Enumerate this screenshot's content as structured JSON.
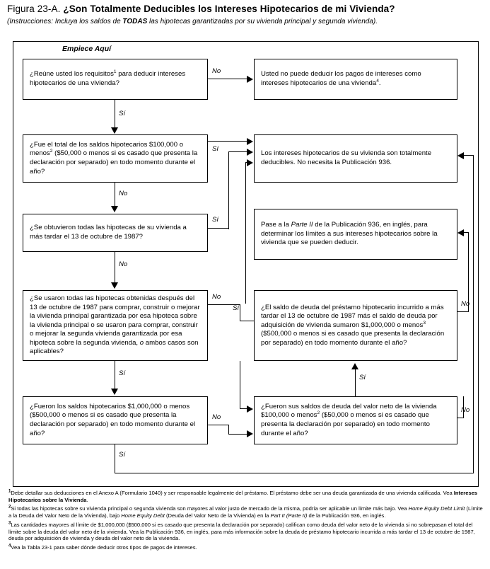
{
  "header": {
    "figure_label": "Figura 23-A.",
    "title": "¿Son Totalmente Deducibles los Intereses Hipotecarios de mi Vivienda?",
    "subtitle_pre": "(Instrucciones: Incluya los saldos de ",
    "subtitle_bold": "TODAS",
    "subtitle_post": " las hipotecas garantizadas por su vivienda principal y segunda vivienda)."
  },
  "chart_data": {
    "type": "flowchart",
    "title": "¿Son Totalmente Deducibles los Intereses Hipotecarios de mi Vivienda?",
    "start_label": "Empiece Aquí",
    "nodes": [
      {
        "id": "q1",
        "kind": "decision",
        "text": "¿Reúne usted los requisitos¹ para deducir intereses hipotecarios de una vivienda?"
      },
      {
        "id": "r1",
        "kind": "terminal",
        "text": "Usted no puede deducir los pagos de intereses como intereses hipotecarios de una vivienda⁴."
      },
      {
        "id": "q2",
        "kind": "decision",
        "text": "¿Fue el total de los saldos hipotecarios $100,000 o menos² ($50,000 o menos si es casado que presenta la declaración por separado) en todo momento durante el año?"
      },
      {
        "id": "r2",
        "kind": "terminal",
        "text": "Los intereses hipotecarios de su vivienda son totalmente deducibles. No necesita la Publicación 936."
      },
      {
        "id": "q3",
        "kind": "decision",
        "text": "¿Se obtuvieron todas las hipotecas de su vivienda a más tardar el 13 de octubre de 1987?"
      },
      {
        "id": "r3",
        "kind": "terminal",
        "text": "Pase a la Parte II de la Publicación 936, en inglés, para determinar los límites a sus intereses hipotecarios sobre la vivienda que se pueden deducir."
      },
      {
        "id": "q4",
        "kind": "decision",
        "text": "¿Se usaron todas las hipotecas obtenidas después del 13 de octubre de 1987 para comprar, construir o mejorar la vivienda principal garantizada por esa hipoteca sobre la vivienda principal o se usaron para comprar, construir o mejorar la segunda vivienda garantizada por esa hipoteca sobre la segunda vivienda, o ambos casos son aplicables?"
      },
      {
        "id": "r4",
        "kind": "decision",
        "text": "¿El saldo de deuda del préstamo hipotecario incurrido a más tardar el 13 de octubre de 1987 más el saldo de deuda por adquisición de vivienda sumaron $1,000,000 o menos³ ($500,000 o menos si es casado que presenta la declaración por separado) en todo momento durante el año?"
      },
      {
        "id": "q5",
        "kind": "decision",
        "text": "¿Fueron los saldos hipotecarios $1,000,000 o menos ($500,000 o menos si es casado que presenta la declaración por separado) en todo momento durante el año?"
      },
      {
        "id": "r5",
        "kind": "decision",
        "text": "¿Fueron sus saldos de deuda del valor neto de la vivienda $100,000 o menos² ($50,000 o menos si es casado que presenta la declaración por separado) en todo momento durante el año?"
      }
    ],
    "edges": [
      {
        "from": "q1",
        "to": "r1",
        "label": "No"
      },
      {
        "from": "q1",
        "to": "q2",
        "label": "Sí"
      },
      {
        "from": "q2",
        "to": "r2",
        "label": "Sí"
      },
      {
        "from": "q2",
        "to": "q3",
        "label": "No"
      },
      {
        "from": "q3",
        "to": "r2",
        "label": "Sí"
      },
      {
        "from": "q3",
        "to": "q4",
        "label": "No"
      },
      {
        "from": "q4",
        "to": "r4",
        "label": "No"
      },
      {
        "from": "q4",
        "to": "q5",
        "label": "Sí"
      },
      {
        "from": "r4",
        "to": "r2",
        "label": "Sí"
      },
      {
        "from": "r4",
        "to": "r3",
        "label": "No"
      },
      {
        "from": "q5",
        "to": "r5",
        "label": "No"
      },
      {
        "from": "q5",
        "to": "r2",
        "label": "Sí"
      },
      {
        "from": "r5",
        "to": "r4",
        "label": "Sí"
      },
      {
        "from": "r5",
        "to": "r3",
        "label": "No"
      }
    ],
    "labels": {
      "yes": "Sí",
      "no": "No"
    }
  },
  "nodes": {
    "q1": {
      "line1_a": "¿Reúne usted los requisitos",
      "line1_sup": "1",
      "line1_b": " para deducir intereses hipotecarios de una vivienda?"
    },
    "r1": {
      "line1": "Usted no puede deducir los pagos de intereses como intereses hipotecarios de una vivienda",
      "sup": "4",
      "end": "."
    },
    "q2": {
      "a": "¿Fue el total de los saldos hipotecarios $100,000 o menos",
      "sup": "2",
      "b": " ($50,000 o menos si es casado que presenta la declaración por separado) en todo momento durante el año?"
    },
    "r2": {
      "text": "Los intereses hipotecarios de su vivienda son totalmente deducibles. No necesita la Publicación 936."
    },
    "q3": {
      "text": "¿Se obtuvieron todas las hipotecas de su vivienda a más tardar el 13 de octubre de 1987?"
    },
    "r3": {
      "a": "Pase a la ",
      "em": "Parte II",
      "b": " de la Publicación 936, en inglés, para determinar los límites a sus intereses hipotecarios sobre la vivienda que se pueden deducir."
    },
    "q4": {
      "a": "¿Se usaron todas las hipotecas obtenidas después del 13 de octubre de 1987 para comprar, construir o mejorar la vivienda principal garantizada por esa hipoteca sobre la vivienda principal o se usaron para comprar, construir o mejorar la segunda vivienda garantizada por esa hipoteca sobre la segunda vivienda, ",
      "em": "o",
      "b": " ambos casos son aplicables?"
    },
    "r4": {
      "a": "¿El saldo de deuda del préstamo hipotecario incurrido a más tardar el 13 de octubre de 1987 más el saldo de deuda por adquisición de vivienda sumaron $1,000,000 o menos",
      "sup": "3",
      "b": " ($500,000 o menos si es casado que presenta la declaración por separado) en todo momento durante el año?"
    },
    "q5": {
      "text": "¿Fueron los saldos hipotecarios $1,000,000 o menos ($500,000 o menos si es casado que presenta la declaración por separado) en todo momento durante el año?"
    },
    "r5": {
      "a": "¿Fueron sus saldos de deuda del valor neto de la vivienda $100,000 o menos",
      "sup": "2",
      "b": " ($50,000 o menos si es casado que presenta la declaración por separado) en todo momento durante el año?"
    }
  },
  "edge_labels": {
    "q1_no": "No",
    "q1_si": "Sí",
    "q2_si": "Sí",
    "q2_no": "No",
    "q3_si": "Sí",
    "q3_no": "No",
    "q4_no": "No",
    "q4_si_right": "Sí",
    "q4_si_down": "Sí",
    "r4_no": "No",
    "r5_si": "Sí",
    "q5_no": "No",
    "q5_si": "Sí",
    "r5_no": "No"
  },
  "footnotes": {
    "f1": {
      "sup": "1",
      "a": "Debe detallar sus deducciones en el Anexo A (Formulario 1040) y ser responsable legalmente del préstamo. El préstamo debe ser una deuda garantizada de una vivienda calificada. Vea ",
      "bold": "Intereses Hipotecarios sobre la Vivienda",
      "b": "."
    },
    "f2": {
      "sup": "2",
      "a": "Si todas las hipotecas sobre su vivienda principal o segunda vivienda son mayores al valor justo de mercado de la misma, podría ser aplicable un límite más bajo. Vea ",
      "em1": "Home Equity Debt Limit",
      "b": " (Límite a la Deuda del Valor Neto de la Vivienda), bajo ",
      "em2": "Home Equity Debt",
      "c": " (Deuda del Valor Neto de la Vivienda) en la ",
      "em3": "Part II",
      "d": " ",
      "em4": "(Parte II)",
      "e": " de la Publicación 936, en inglés."
    },
    "f3": {
      "sup": "3",
      "a": "Las cantidades mayores al límite de $1,000,000 ($500,000 si es casado que presenta la declaración por separado) califican como deuda del valor neto de la vivienda si no sobrepasan el total del límite sobre la deuda del valor neto de la vivienda. Vea la Publicación 936, en inglés, para más información sobre la deuda de préstamo hipotecario incurrida a más tardar el 13 de octubre de 1987, deuda por adquisición de vivienda y deuda del valor neto de la vivienda."
    },
    "f4": {
      "sup": "4",
      "a": "Vea la Tabla 23-1 para saber dónde deducir otros tipos de pagos de intereses."
    }
  }
}
